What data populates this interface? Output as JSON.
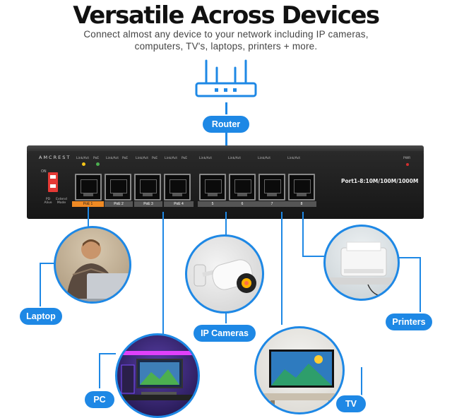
{
  "headline": "Versatile Across Devices",
  "subheadline": "Connect almost any device to your network including IP cameras, computers, TV's,  laptops, printers + more.",
  "labels": {
    "router": "Router",
    "laptop": "Laptop",
    "ip_cameras": "IP Cameras",
    "printers": "Printers",
    "pc": "PC",
    "tv": "TV"
  },
  "device": {
    "brand": "AMCREST",
    "on_label": "ON",
    "pd_alive": "PD Alive",
    "extend_mode": "Extend Mode",
    "pwr": "PWR",
    "led_labels": [
      "Link/Act",
      "PoE"
    ],
    "port_labels": [
      "PoE 1",
      "PoE 2",
      "PoE 3",
      "PoE 4",
      "5",
      "6",
      "7",
      "8"
    ],
    "speed": "Port1-8:10M/100M/1000M"
  },
  "colors": {
    "accent": "#1e88e5",
    "switch_body": "#1c1c1c",
    "poe_label": "#f08a24",
    "dip_switch": "#e53935",
    "led_yellow": "#f5c518",
    "led_green": "#4caf50"
  }
}
